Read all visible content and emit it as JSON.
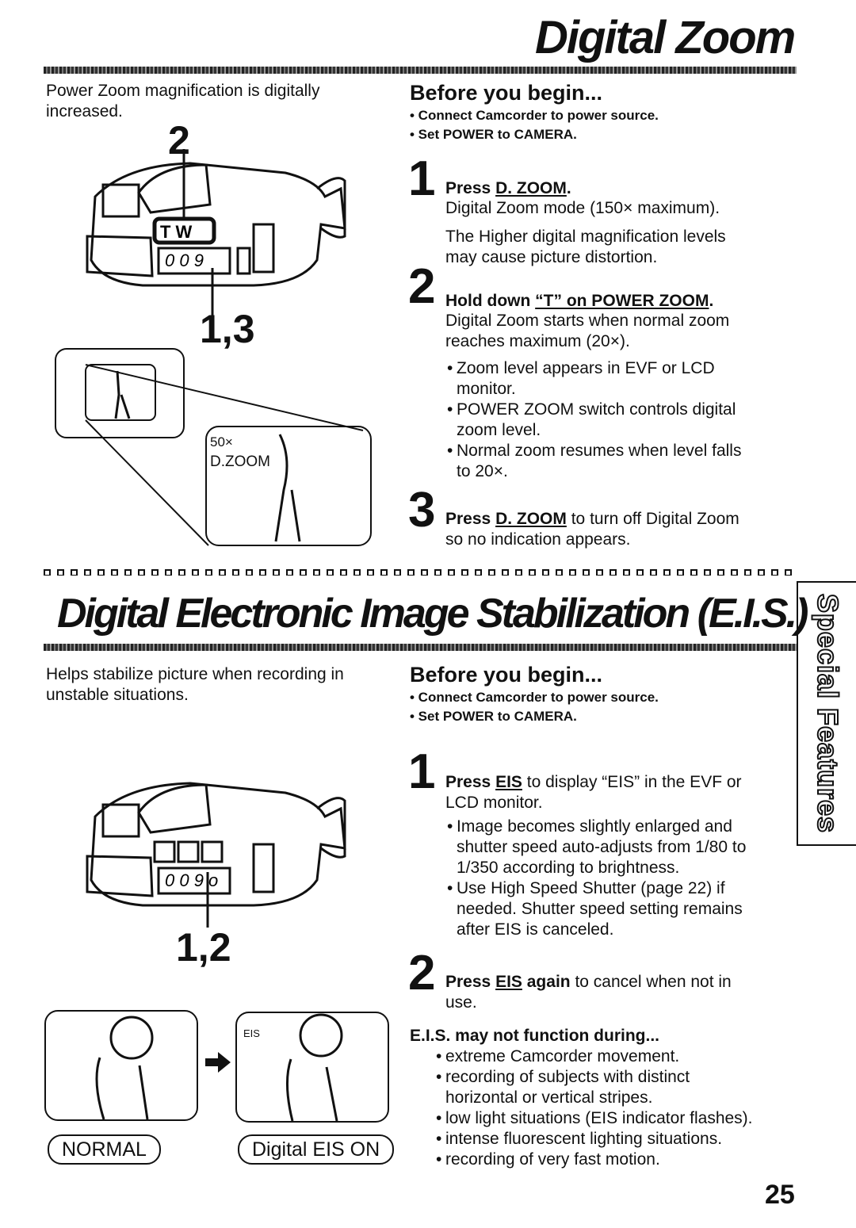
{
  "digital_zoom": {
    "title": "Digital Zoom",
    "intro": [
      "Power Zoom magnification is digitally",
      "increased."
    ],
    "callout_top": "2",
    "callout_bottom": "1,3",
    "before_heading": "Before you begin...",
    "before_items": [
      "• Connect Camcorder to power source.",
      "• Set POWER to CAMERA."
    ],
    "panel_labels": [
      "50×",
      "D.ZOOM"
    ],
    "steps": [
      {
        "num": "1",
        "title": "Press",
        "title_link": "D. ZOOM",
        "title_after": ".",
        "lines": [
          "Digital Zoom mode (150× maximum).",
          "The Higher digital magnification levels",
          "may cause picture distortion."
        ]
      },
      {
        "num": "2",
        "title": "Hold down",
        "title_link": "“T” on POWER ZOOM",
        "title_after": ".",
        "lines": [
          "Digital Zoom starts when normal zoom",
          "reaches maximum (20×)."
        ],
        "bullets": [
          [
            "Zoom level appears in EVF or LCD",
            "monitor."
          ],
          [
            "POWER ZOOM switch controls digital",
            "zoom level."
          ],
          [
            "Normal zoom resumes when level falls",
            "to 20×."
          ]
        ]
      },
      {
        "num": "3",
        "title": "Press",
        "title_link": "D. ZOOM",
        "title_after": " to turn off Digital Zoom",
        "lines": [
          "so no indication appears."
        ]
      }
    ]
  },
  "eis": {
    "title": "Digital Electronic Image Stabilization (E.I.S.)",
    "intro": [
      "Helps stabilize picture when recording in",
      "unstable situations."
    ],
    "callout": "1,2",
    "before_heading": "Before you begin...",
    "before_items": [
      "• Connect Camcorder to power source.",
      "• Set POWER to CAMERA."
    ],
    "panel_label": "EIS",
    "normal_label": "NORMAL",
    "eis_on_label": "Digital EIS ON",
    "steps": [
      {
        "num": "1",
        "title": "Press",
        "title_link": "EIS",
        "title_after": " to display “EIS” in the EVF or",
        "lines": [
          "LCD monitor."
        ],
        "bullets": [
          [
            "Image becomes slightly enlarged and",
            "shutter speed auto-adjusts from 1/80 to",
            "1/350 according to brightness."
          ],
          [
            "Use High Speed Shutter (page 22) if",
            "needed. Shutter speed setting remains",
            "after EIS is canceled."
          ]
        ]
      },
      {
        "num": "2",
        "title": "Press",
        "title_link": "EIS",
        "title_after": " again to cancel when not in",
        "lines": [
          "use."
        ]
      }
    ],
    "may_not_heading": "E.I.S. may not function during...",
    "may_not_items": [
      "extreme Camcorder movement.",
      "recording of subjects with distinct",
      "horizontal or vertical stripes.",
      "low light situations (EIS indicator flashes).",
      "intense fluorescent lighting situations.",
      "recording of very fast motion."
    ]
  },
  "side_tab": "Special Features",
  "page_number": "25"
}
